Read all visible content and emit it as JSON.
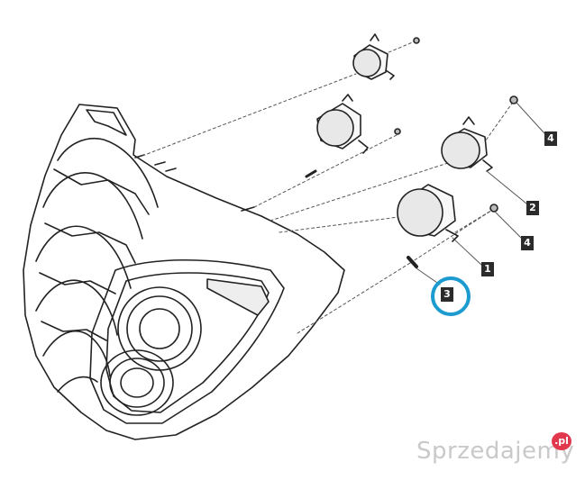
{
  "diagram": {
    "callouts": [
      {
        "number": "4"
      },
      {
        "number": "2"
      },
      {
        "number": "4"
      },
      {
        "number": "1"
      },
      {
        "number": "3"
      }
    ],
    "highlighted_callout": "3",
    "highlight_color": "#1c9bd0"
  },
  "watermark": {
    "text": "Sprzedajemy",
    "badge": ".pl",
    "badge_color": "#e2384d"
  }
}
